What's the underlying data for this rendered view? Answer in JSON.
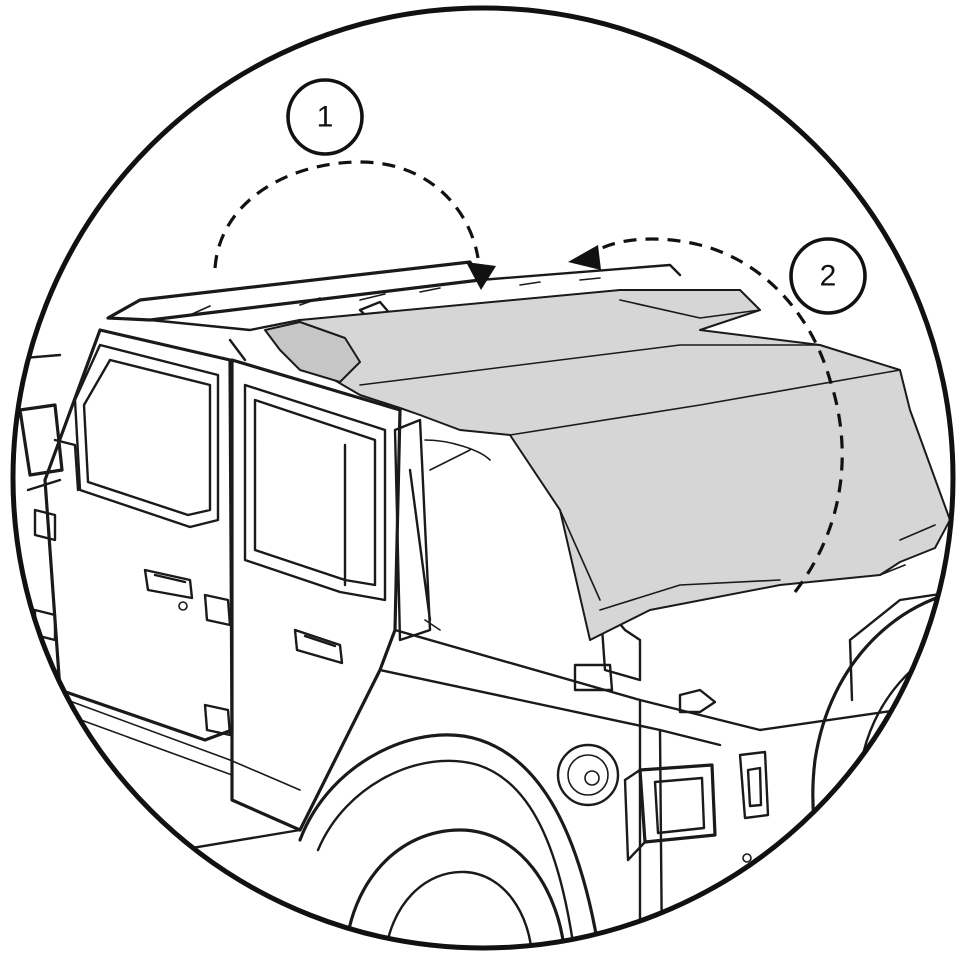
{
  "diagram": {
    "subject": "soft-top-folding-procedure",
    "steps": [
      {
        "number": "1",
        "icon": "forward-fold-arrow-icon"
      },
      {
        "number": "2",
        "icon": "rearward-fold-arrow-icon"
      }
    ],
    "colors": {
      "outline": "#1a1a1a",
      "fabric": "#d6d6d6",
      "background": "#ffffff"
    }
  }
}
